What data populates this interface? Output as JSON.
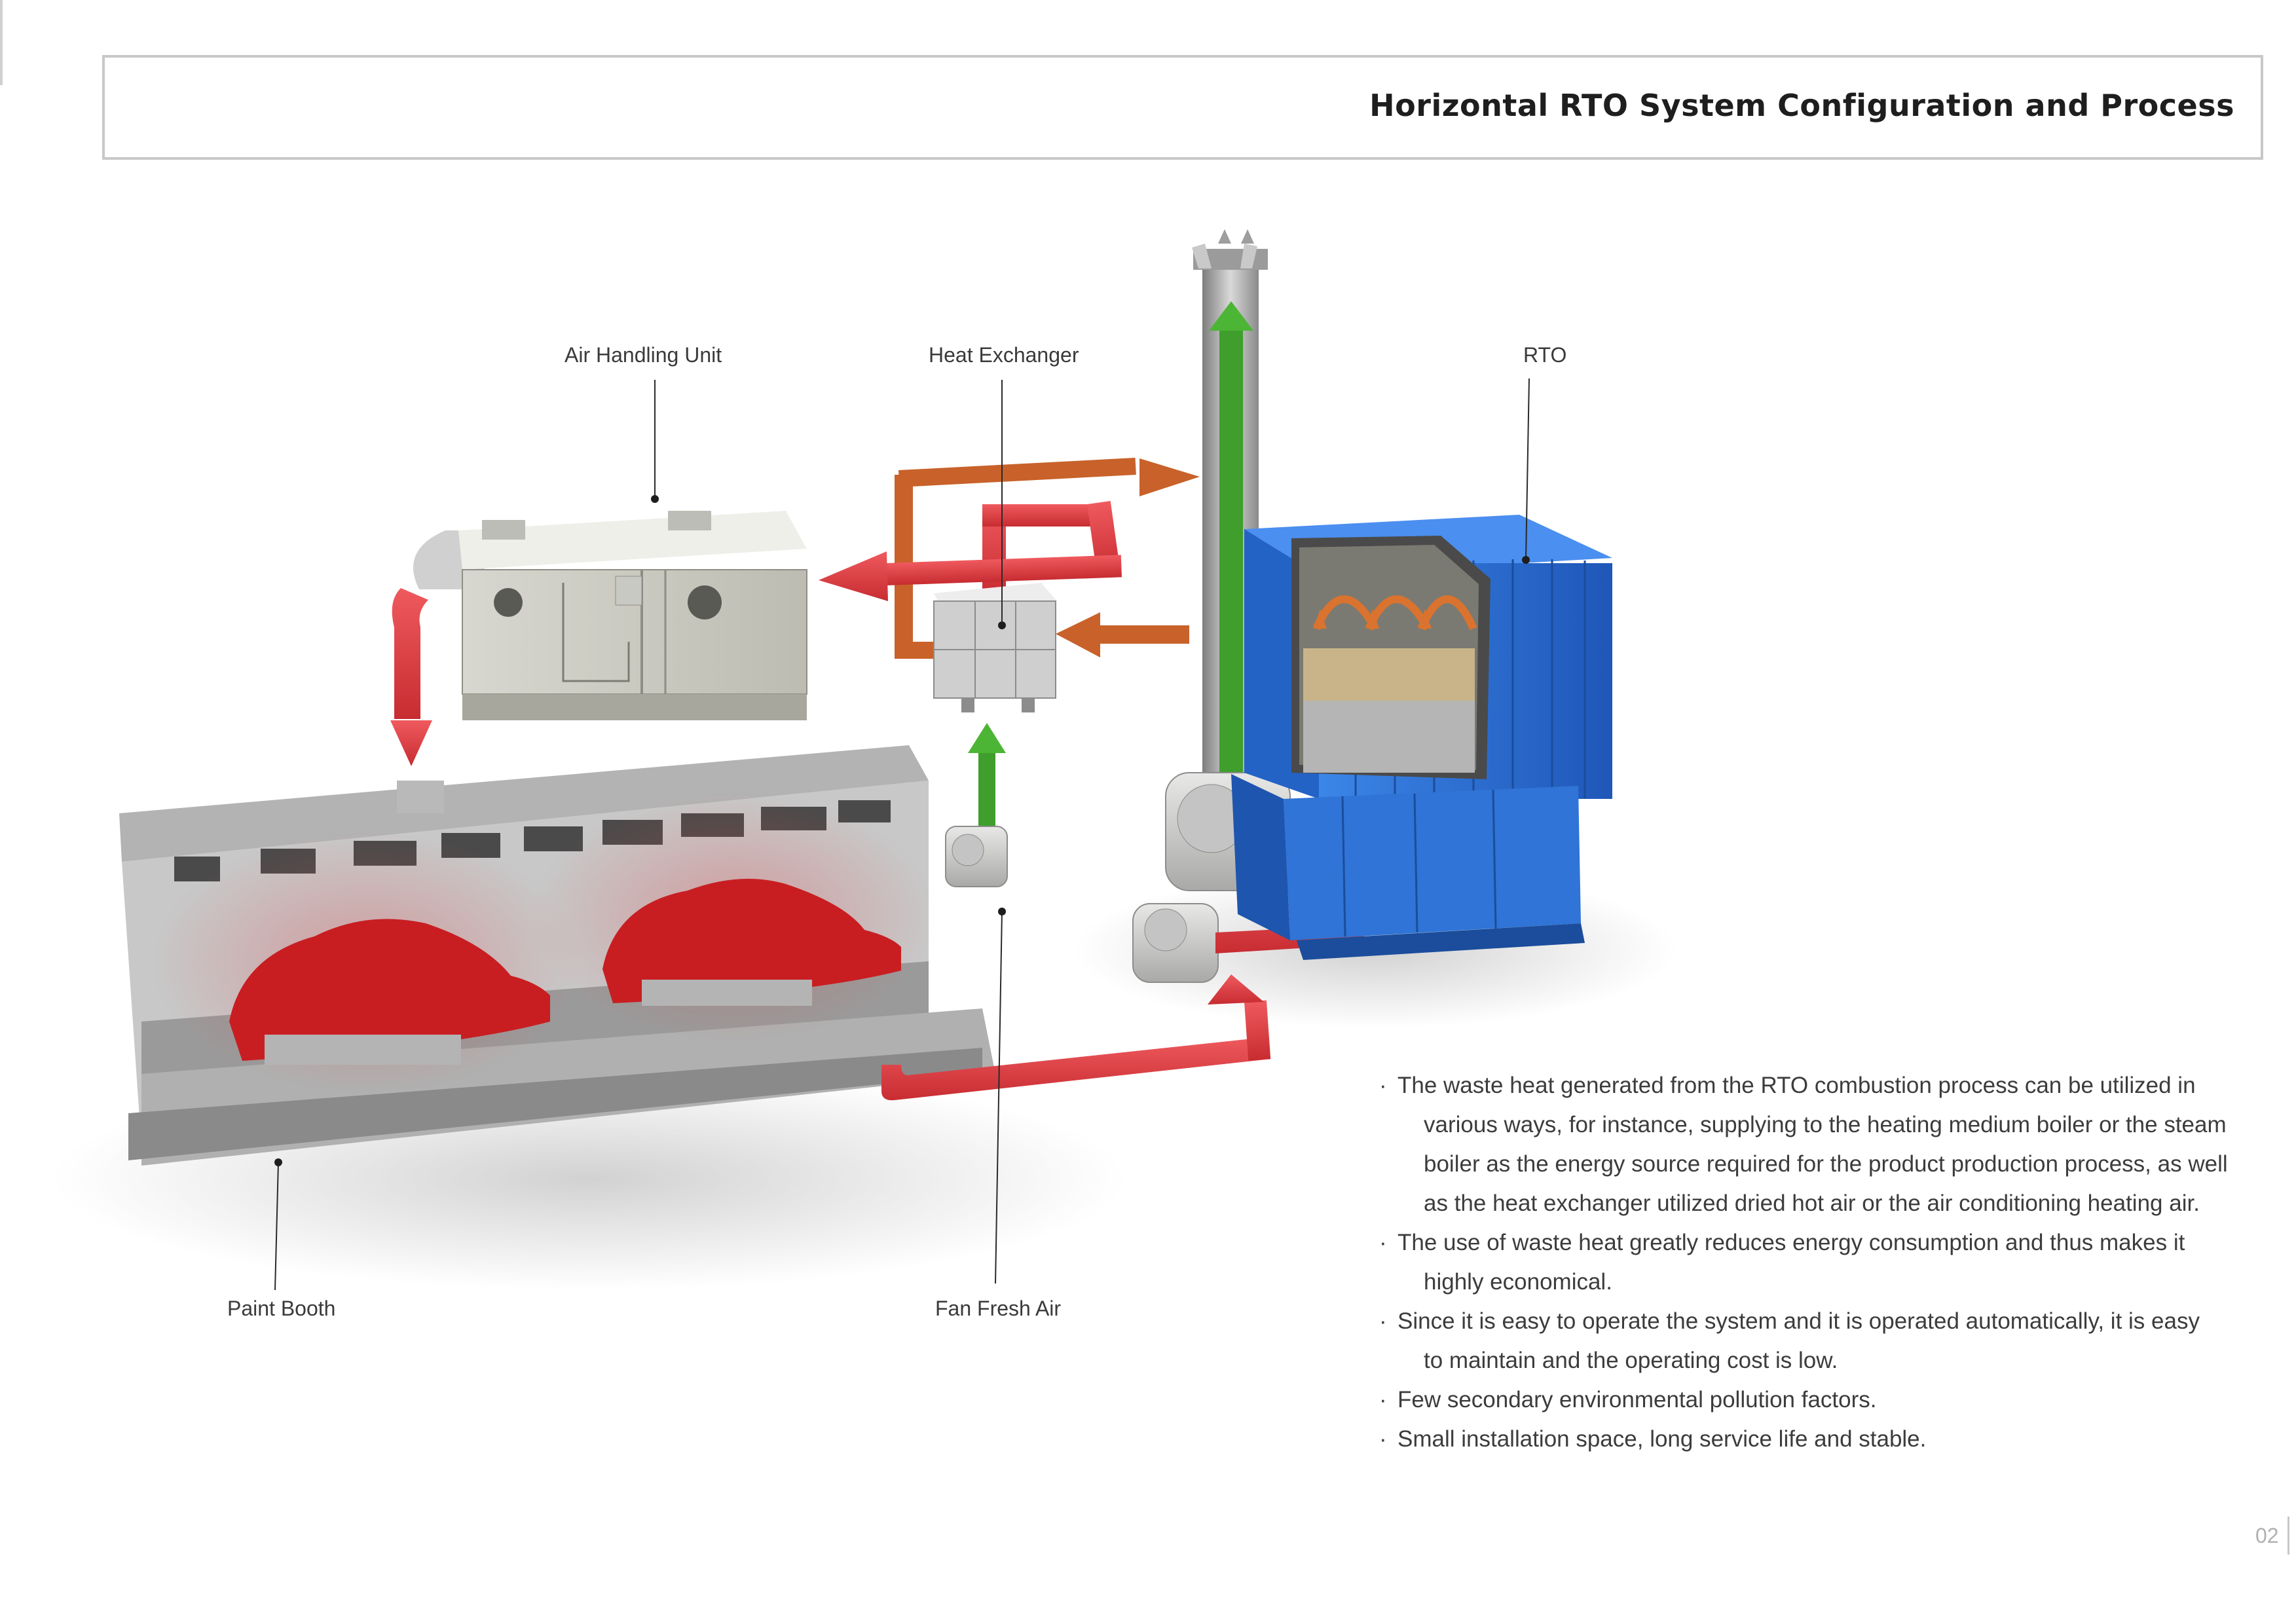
{
  "header": {
    "title": "Horizontal RTO System Configuration and Process"
  },
  "labels": {
    "air_handling_unit": "Air Handling Unit",
    "heat_exchanger": "Heat Exchanger",
    "rto": "RTO",
    "paint_booth": "Paint Booth",
    "fan_fresh_air": "Fan Fresh Air"
  },
  "bullets": [
    {
      "marker": "·",
      "lines": [
        "The waste heat generated from the RTO combustion process can be utilized in",
        "various ways, for instance, supplying to the heating medium boiler or the steam",
        "boiler as the energy source required for the product production process, as well",
        "as the heat  exchanger utilized dried hot air or the air conditioning heating air."
      ]
    },
    {
      "marker": "·",
      "lines": [
        "The use of waste heat greatly reduces energy consumption and thus makes it",
        "highly economical."
      ]
    },
    {
      "marker": "·",
      "lines": [
        "Since it is easy to operate the system and it is operated automatically, it is easy",
        "to maintain and the operating cost is low."
      ]
    },
    {
      "marker": "·",
      "lines": [
        "Few secondary environmental pollution factors."
      ]
    },
    {
      "marker": "·",
      "lines": [
        "Small installation space, long service life and stable."
      ]
    }
  ],
  "page_number": "02",
  "colors": {
    "hot_air_red": "#d9353a",
    "exhaust_orange": "#c8622a",
    "clean_air_green": "#3f9e2c",
    "rto_blue": "#2a6fd0",
    "metal_grey": "#b9b9b9",
    "car_red": "#c81e22"
  }
}
